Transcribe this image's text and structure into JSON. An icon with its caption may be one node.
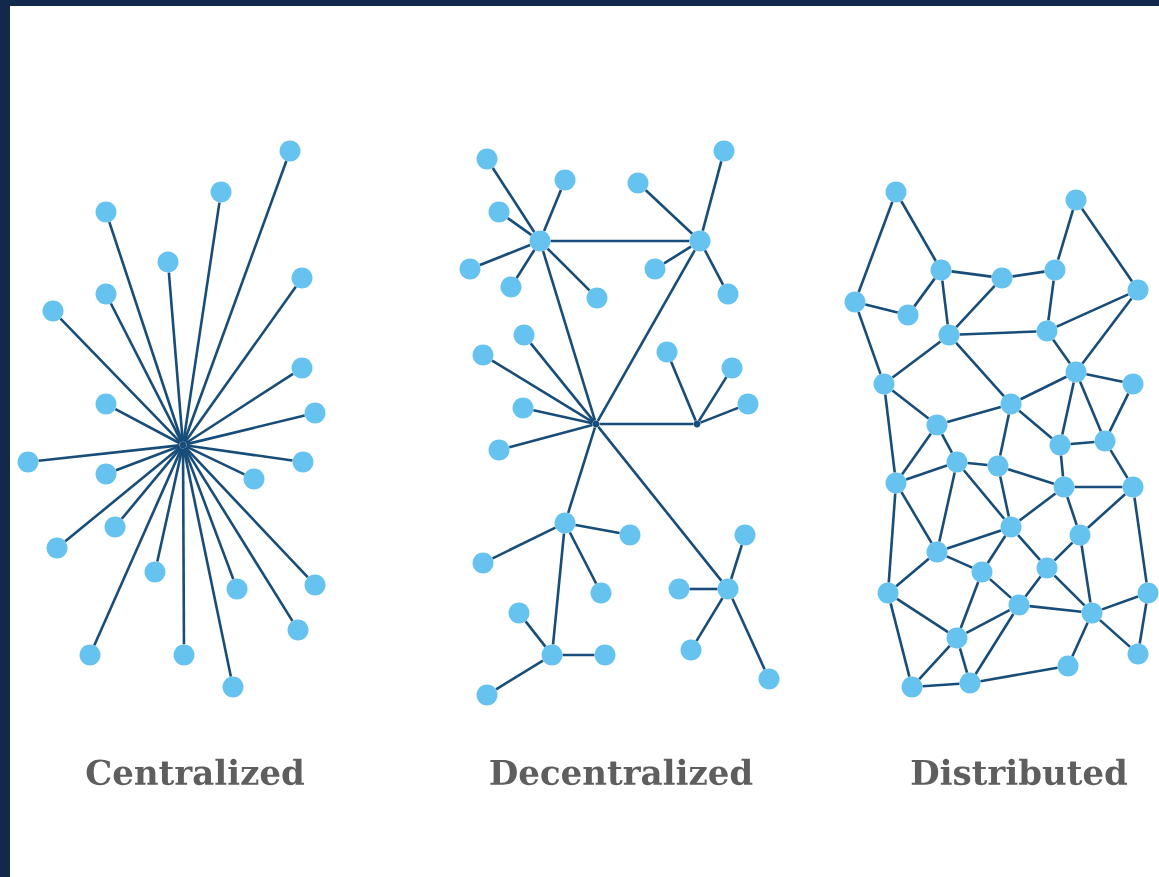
{
  "diagram": {
    "nodes": [
      {
        "text": [],
        "shape": "point"
      },
      {
        "text": [],
        "shape": "circle"
      },
      {
        "text": [],
        "shape": "circle"
      },
      {
        "text": [],
        "shape": "circle"
      },
      {
        "text": [],
        "shape": "circle"
      },
      {
        "text": [],
        "shape": "circle"
      },
      {
        "text": [],
        "shape": "circle"
      },
      {
        "text": [],
        "shape": "circle"
      },
      {
        "text": [],
        "shape": "circle"
      },
      {
        "text": [],
        "shape": "circle"
      },
      {
        "text": [],
        "shape": "circle"
      },
      {
        "text": [],
        "shape": "circle"
      },
      {
        "text": [],
        "shape": "circle"
      },
      {
        "text": [],
        "shape": "circle"
      },
      {
        "text": [],
        "shape": "circle"
      },
      {
        "text": [],
        "shape": "circle"
      },
      {
        "text": [],
        "shape": "circle"
      },
      {
        "text": [],
        "shape": "circle"
      },
      {
        "text": [],
        "shape": "circle"
      },
      {
        "text": [],
        "shape": "circle"
      },
      {
        "text": [],
        "shape": "circle"
      },
      {
        "text": [],
        "shape": "circle"
      },
      {
        "text": [],
        "shape": "circle"
      },
      {
        "text": [],
        "shape": "circle"
      },
      {
        "text": [],
        "shape": "circle"
      },
      {
        "text": [],
        "shape": "circle"
      },
      {
        "text": [],
        "shape": "circle"
      },
      {
        "text": [],
        "shape": "circle"
      },
      {
        "text": [],
        "shape": "circle"
      },
      {
        "text": [],
        "shape": "circle"
      },
      {
        "text": [],
        "shape": "circle"
      },
      {
        "text": [],
        "shape": "circle"
      },
      {
        "text": [],
        "shape": "circle"
      },
      {
        "text": [],
        "shape": "circle"
      },
      {
        "text": [],
        "shape": "circle"
      },
      {
        "text": [],
        "shape": "circle"
      },
      {
        "text": [],
        "shape": "point"
      },
      {
        "text": [],
        "shape": "circle"
      },
      {
        "text": [],
        "shape": "circle"
      },
      {
        "text": [],
        "shape": "circle"
      },
      {
        "text": [],
        "shape": "circle"
      },
      {
        "text": [],
        "shape": "point"
      },
      {
        "text": [],
        "shape": "circle"
      },
      {
        "text": [],
        "shape": "circle"
      },
      {
        "text": [],
        "shape": "circle"
      },
      {
        "text": [],
        "shape": "circle"
      },
      {
        "text": [],
        "shape": "circle"
      },
      {
        "text": [],
        "shape": "circle"
      },
      {
        "text": [],
        "shape": "circle"
      },
      {
        "text": [],
        "shape": "circle"
      },
      {
        "text": [],
        "shape": "circle"
      },
      {
        "text": [],
        "shape": "circle"
      },
      {
        "text": [],
        "shape": "circle"
      },
      {
        "text": [],
        "shape": "circle"
      },
      {
        "text": [],
        "shape": "circle"
      },
      {
        "text": [],
        "shape": "circle"
      },
      {
        "text": [],
        "shape": "circle"
      },
      {
        "text": [],
        "shape": "circle"
      },
      {
        "text": [],
        "shape": "circle"
      },
      {
        "text": [],
        "shape": "circle"
      },
      {
        "text": [],
        "shape": "circle"
      },
      {
        "text": [],
        "shape": "circle"
      },
      {
        "text": [],
        "shape": "circle"
      },
      {
        "text": [],
        "shape": "circle"
      },
      {
        "text": [],
        "shape": "circle"
      },
      {
        "text": [],
        "shape": "circle"
      },
      {
        "text": [],
        "shape": "circle"
      },
      {
        "text": [],
        "shape": "circle"
      },
      {
        "text": [],
        "shape": "circle"
      },
      {
        "text": [],
        "shape": "circle"
      },
      {
        "text": [],
        "shape": "circle"
      },
      {
        "text": [],
        "shape": "circle"
      },
      {
        "text": [],
        "shape": "circle"
      },
      {
        "text": [],
        "shape": "circle"
      },
      {
        "text": [],
        "shape": "circle"
      },
      {
        "text": [],
        "shape": "circle"
      },
      {
        "text": [],
        "shape": "circle"
      },
      {
        "text": [],
        "shape": "circle"
      },
      {
        "text": [],
        "shape": "circle"
      },
      {
        "text": [],
        "shape": "circle"
      },
      {
        "text": [],
        "shape": "circle"
      },
      {
        "text": [],
        "shape": "circle"
      },
      {
        "text": [],
        "shape": "circle"
      },
      {
        "text": [],
        "shape": "circle"
      },
      {
        "text": [],
        "shape": "circle"
      },
      {
        "text": [],
        "shape": "circle"
      },
      {
        "text": [],
        "shape": "circle"
      },
      {
        "text": [],
        "shape": "circle"
      },
      {
        "text": [],
        "shape": "circle"
      },
      {
        "text": [],
        "shape": "circle"
      },
      {
        "text": [],
        "shape": "circle"
      },
      {
        "text": [],
        "shape": "circle"
      },
      {
        "text": [],
        "shape": "circle"
      },
      {
        "text": [],
        "shape": "circle"
      }
    ],
    "edges": [
      {
        "from": 1,
        "to": 0,
        "arrow": "none"
      },
      {
        "from": 2,
        "to": 0,
        "arrow": "none"
      },
      {
        "from": 3,
        "to": 0,
        "arrow": "none"
      },
      {
        "from": 4,
        "to": 0,
        "arrow": "none"
      },
      {
        "from": 5,
        "to": 0,
        "arrow": "none"
      },
      {
        "from": 6,
        "to": 0,
        "arrow": "none"
      },
      {
        "from": 7,
        "to": 0,
        "arrow": "none"
      },
      {
        "from": 8,
        "to": 0,
        "arrow": "none"
      },
      {
        "from": 9,
        "to": 0,
        "arrow": "none"
      },
      {
        "from": 10,
        "to": 0,
        "arrow": "none"
      },
      {
        "from": 11,
        "to": 0,
        "arrow": "none"
      },
      {
        "from": 12,
        "to": 0,
        "arrow": "none"
      },
      {
        "from": 13,
        "to": 0,
        "arrow": "none"
      },
      {
        "from": 14,
        "to": 0,
        "arrow": "none"
      },
      {
        "from": 15,
        "to": 0,
        "arrow": "none"
      },
      {
        "from": 16,
        "to": 0,
        "arrow": "none"
      },
      {
        "from": 17,
        "to": 0,
        "arrow": "none"
      },
      {
        "from": 18,
        "to": 0,
        "arrow": "none"
      },
      {
        "from": 19,
        "to": 0,
        "arrow": "none"
      },
      {
        "from": 20,
        "to": 0,
        "arrow": "none"
      },
      {
        "from": 21,
        "to": 0,
        "arrow": "none"
      },
      {
        "from": 22,
        "to": 0,
        "arrow": "none"
      },
      {
        "from": 23,
        "to": 0,
        "arrow": "none"
      },
      {
        "from": 24,
        "to": 25,
        "arrow": "none"
      },
      {
        "from": 24,
        "to": 26,
        "arrow": "none"
      },
      {
        "from": 24,
        "to": 27,
        "arrow": "none"
      },
      {
        "from": 24,
        "to": 28,
        "arrow": "none"
      },
      {
        "from": 24,
        "to": 29,
        "arrow": "none"
      },
      {
        "from": 24,
        "to": 30,
        "arrow": "none"
      },
      {
        "from": 24,
        "to": 31,
        "arrow": "none"
      },
      {
        "from": 24,
        "to": 36,
        "arrow": "none"
      },
      {
        "from": 31,
        "to": 32,
        "arrow": "none"
      },
      {
        "from": 31,
        "to": 33,
        "arrow": "none"
      },
      {
        "from": 31,
        "to": 34,
        "arrow": "none"
      },
      {
        "from": 31,
        "to": 35,
        "arrow": "none"
      },
      {
        "from": 31,
        "to": 36,
        "arrow": "none"
      },
      {
        "from": 36,
        "to": 37,
        "arrow": "none"
      },
      {
        "from": 36,
        "to": 38,
        "arrow": "none"
      },
      {
        "from": 36,
        "to": 39,
        "arrow": "none"
      },
      {
        "from": 36,
        "to": 40,
        "arrow": "none"
      },
      {
        "from": 36,
        "to": 41,
        "arrow": "none"
      },
      {
        "from": 36,
        "to": 45,
        "arrow": "none"
      },
      {
        "from": 36,
        "to": 53,
        "arrow": "none"
      },
      {
        "from": 41,
        "to": 42,
        "arrow": "none"
      },
      {
        "from": 41,
        "to": 43,
        "arrow": "none"
      },
      {
        "from": 41,
        "to": 44,
        "arrow": "none"
      },
      {
        "from": 45,
        "to": 46,
        "arrow": "none"
      },
      {
        "from": 45,
        "to": 47,
        "arrow": "none"
      },
      {
        "from": 45,
        "to": 48,
        "arrow": "none"
      },
      {
        "from": 45,
        "to": 49,
        "arrow": "none"
      },
      {
        "from": 49,
        "to": 50,
        "arrow": "none"
      },
      {
        "from": 49,
        "to": 51,
        "arrow": "none"
      },
      {
        "from": 49,
        "to": 52,
        "arrow": "none"
      },
      {
        "from": 53,
        "to": 54,
        "arrow": "none"
      },
      {
        "from": 53,
        "to": 55,
        "arrow": "none"
      },
      {
        "from": 53,
        "to": 56,
        "arrow": "none"
      },
      {
        "from": 53,
        "to": 57,
        "arrow": "none"
      },
      {
        "from": 58,
        "to": 63,
        "arrow": "none"
      },
      {
        "from": 58,
        "to": 60,
        "arrow": "none"
      },
      {
        "from": 59,
        "to": 62,
        "arrow": "none"
      },
      {
        "from": 59,
        "to": 65,
        "arrow": "none"
      },
      {
        "from": 60,
        "to": 61,
        "arrow": "none"
      },
      {
        "from": 61,
        "to": 62,
        "arrow": "none"
      },
      {
        "from": 60,
        "to": 64,
        "arrow": "none"
      },
      {
        "from": 63,
        "to": 64,
        "arrow": "none"
      },
      {
        "from": 63,
        "to": 68,
        "arrow": "none"
      },
      {
        "from": 60,
        "to": 66,
        "arrow": "none"
      },
      {
        "from": 61,
        "to": 66,
        "arrow": "none"
      },
      {
        "from": 62,
        "to": 67,
        "arrow": "none"
      },
      {
        "from": 66,
        "to": 67,
        "arrow": "none"
      },
      {
        "from": 67,
        "to": 65,
        "arrow": "none"
      },
      {
        "from": 66,
        "to": 68,
        "arrow": "none"
      },
      {
        "from": 66,
        "to": 71,
        "arrow": "none"
      },
      {
        "from": 67,
        "to": 69,
        "arrow": "none"
      },
      {
        "from": 65,
        "to": 69,
        "arrow": "none"
      },
      {
        "from": 68,
        "to": 72,
        "arrow": "none"
      },
      {
        "from": 72,
        "to": 71,
        "arrow": "none"
      },
      {
        "from": 71,
        "to": 69,
        "arrow": "none"
      },
      {
        "from": 69,
        "to": 70,
        "arrow": "none"
      },
      {
        "from": 69,
        "to": 73,
        "arrow": "none"
      },
      {
        "from": 69,
        "to": 74,
        "arrow": "none"
      },
      {
        "from": 70,
        "to": 74,
        "arrow": "none"
      },
      {
        "from": 71,
        "to": 73,
        "arrow": "none"
      },
      {
        "from": 71,
        "to": 76,
        "arrow": "none"
      },
      {
        "from": 68,
        "to": 77,
        "arrow": "none"
      },
      {
        "from": 72,
        "to": 75,
        "arrow": "none"
      },
      {
        "from": 72,
        "to": 77,
        "arrow": "none"
      },
      {
        "from": 73,
        "to": 74,
        "arrow": "none"
      },
      {
        "from": 73,
        "to": 78,
        "arrow": "none"
      },
      {
        "from": 74,
        "to": 79,
        "arrow": "none"
      },
      {
        "from": 75,
        "to": 76,
        "arrow": "none"
      },
      {
        "from": 75,
        "to": 77,
        "arrow": "none"
      },
      {
        "from": 75,
        "to": 82,
        "arrow": "none"
      },
      {
        "from": 75,
        "to": 80,
        "arrow": "none"
      },
      {
        "from": 76,
        "to": 80,
        "arrow": "none"
      },
      {
        "from": 76,
        "to": 78,
        "arrow": "none"
      },
      {
        "from": 77,
        "to": 82,
        "arrow": "none"
      },
      {
        "from": 77,
        "to": 85,
        "arrow": "none"
      },
      {
        "from": 78,
        "to": 79,
        "arrow": "none"
      },
      {
        "from": 78,
        "to": 80,
        "arrow": "none"
      },
      {
        "from": 78,
        "to": 81,
        "arrow": "none"
      },
      {
        "from": 79,
        "to": 81,
        "arrow": "none"
      },
      {
        "from": 79,
        "to": 88,
        "arrow": "none"
      },
      {
        "from": 80,
        "to": 82,
        "arrow": "none"
      },
      {
        "from": 80,
        "to": 83,
        "arrow": "none"
      },
      {
        "from": 80,
        "to": 84,
        "arrow": "none"
      },
      {
        "from": 81,
        "to": 84,
        "arrow": "none"
      },
      {
        "from": 81,
        "to": 87,
        "arrow": "none"
      },
      {
        "from": 82,
        "to": 83,
        "arrow": "none"
      },
      {
        "from": 82,
        "to": 85,
        "arrow": "none"
      },
      {
        "from": 83,
        "to": 86,
        "arrow": "none"
      },
      {
        "from": 83,
        "to": 89,
        "arrow": "none"
      },
      {
        "from": 84,
        "to": 86,
        "arrow": "none"
      },
      {
        "from": 84,
        "to": 87,
        "arrow": "none"
      },
      {
        "from": 86,
        "to": 87,
        "arrow": "none"
      },
      {
        "from": 86,
        "to": 89,
        "arrow": "none"
      },
      {
        "from": 86,
        "to": 93,
        "arrow": "none"
      },
      {
        "from": 85,
        "to": 89,
        "arrow": "none"
      },
      {
        "from": 85,
        "to": 92,
        "arrow": "none"
      },
      {
        "from": 89,
        "to": 92,
        "arrow": "none"
      },
      {
        "from": 89,
        "to": 93,
        "arrow": "none"
      },
      {
        "from": 92,
        "to": 93,
        "arrow": "none"
      },
      {
        "from": 93,
        "to": 91,
        "arrow": "none"
      },
      {
        "from": 91,
        "to": 87,
        "arrow": "none"
      },
      {
        "from": 87,
        "to": 88,
        "arrow": "none"
      },
      {
        "from": 87,
        "to": 90,
        "arrow": "none"
      },
      {
        "from": 88,
        "to": 90,
        "arrow": "none"
      }
    ],
    "labels": [
      "Centralized",
      "Decentralized",
      "Distributed"
    ]
  }
}
